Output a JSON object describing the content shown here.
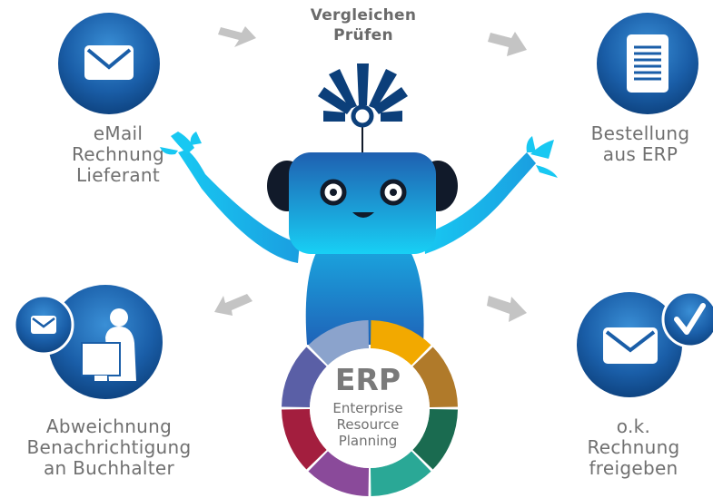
{
  "center_title": [
    "Vergleichen",
    "Prüfen"
  ],
  "steps": {
    "email": {
      "lines": [
        "eMail",
        "Rechnung",
        "Lieferant"
      ],
      "icon": "envelope-icon"
    },
    "order": {
      "lines": [
        "Bestellung",
        "aus ERP"
      ],
      "icon": "document-icon"
    },
    "deviation": {
      "lines": [
        "Abweichnung",
        "Benachrichtigung",
        "an Buchhalter"
      ],
      "icon": "person-at-computer-icon"
    },
    "ok": {
      "lines": [
        "o.k.",
        "Rechnung",
        "freigeben"
      ],
      "icon": "envelope-checkmark-icon"
    }
  },
  "erp": {
    "abbr": "ERP",
    "full": [
      "Enterprise",
      "Resource",
      "Planning"
    ],
    "segment_colors": [
      "#f2a900",
      "#b07a2a",
      "#1a6b50",
      "#2aa896",
      "#8a4a9a",
      "#a31e3e",
      "#5a5fa6",
      "#8ba3cc"
    ]
  },
  "colors": {
    "circle_blue": "#1a5ea8",
    "robot_cyan": "#16c7f0",
    "arrow_gray": "#c4c4c4",
    "text_gray": "#707070"
  }
}
